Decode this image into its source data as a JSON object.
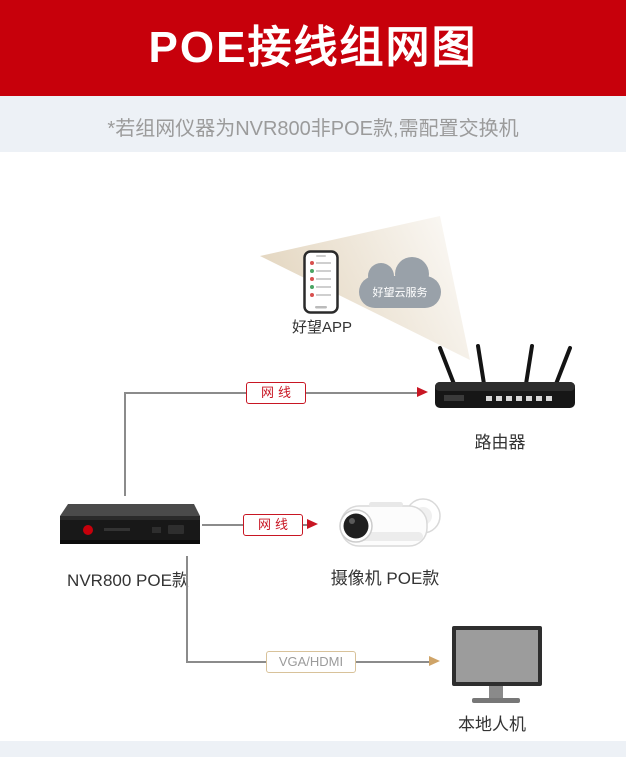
{
  "header": {
    "title": "POE接线组网图"
  },
  "note": "*若组网仪器为NVR800非POE款,需配置交换机",
  "nodes": {
    "app": {
      "label": "好望APP"
    },
    "cloud": {
      "label": "好望云服务"
    },
    "router": {
      "label": "路由器"
    },
    "nvr": {
      "label": "NVR800 POE款"
    },
    "camera": {
      "label": "摄像机 POE款"
    },
    "monitor": {
      "label": "本地人机"
    }
  },
  "connections": {
    "nvr_router": {
      "label": "网线"
    },
    "nvr_camera": {
      "label": "网线"
    },
    "nvr_monitor": {
      "label": "VGA/HDMI"
    }
  },
  "colors": {
    "header_red": "#c7000b",
    "accent_red": "#c81623",
    "vga_tan": "#cfa468",
    "background": "#edf1f6",
    "beam_tan": "#e0d1b8",
    "cloud_gray": "#99a1a9"
  }
}
